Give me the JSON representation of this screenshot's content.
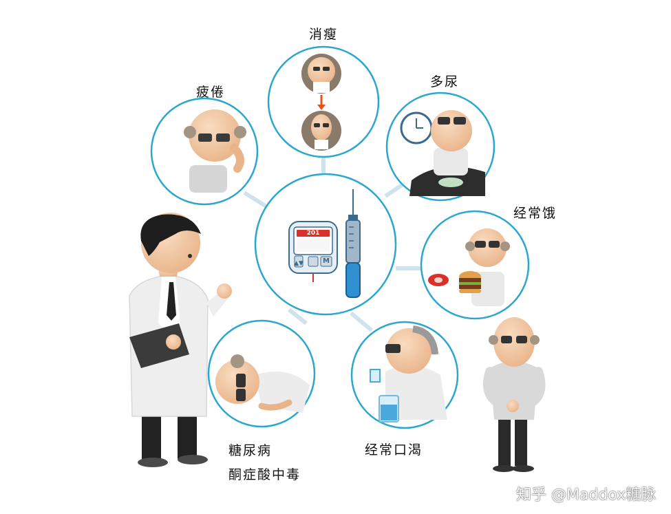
{
  "labels": {
    "weight_loss": "消瘦",
    "fatigue": "疲倦",
    "polyuria": "多尿",
    "hunger": "经常饿",
    "thirst": "经常口渴",
    "dka_line1": "糖尿病",
    "dka_line2": "酮症酸中毒"
  },
  "meter_reading": "201",
  "meter_button": "M",
  "watermark": "知乎 @Maddox糖脉",
  "colors": {
    "circle_stroke": "#2aa6cf",
    "connector": "#b8d7e6",
    "pen_blue": "#2f8fd1",
    "meter_red": "#d9302b",
    "skin": "#f3c9a3"
  }
}
